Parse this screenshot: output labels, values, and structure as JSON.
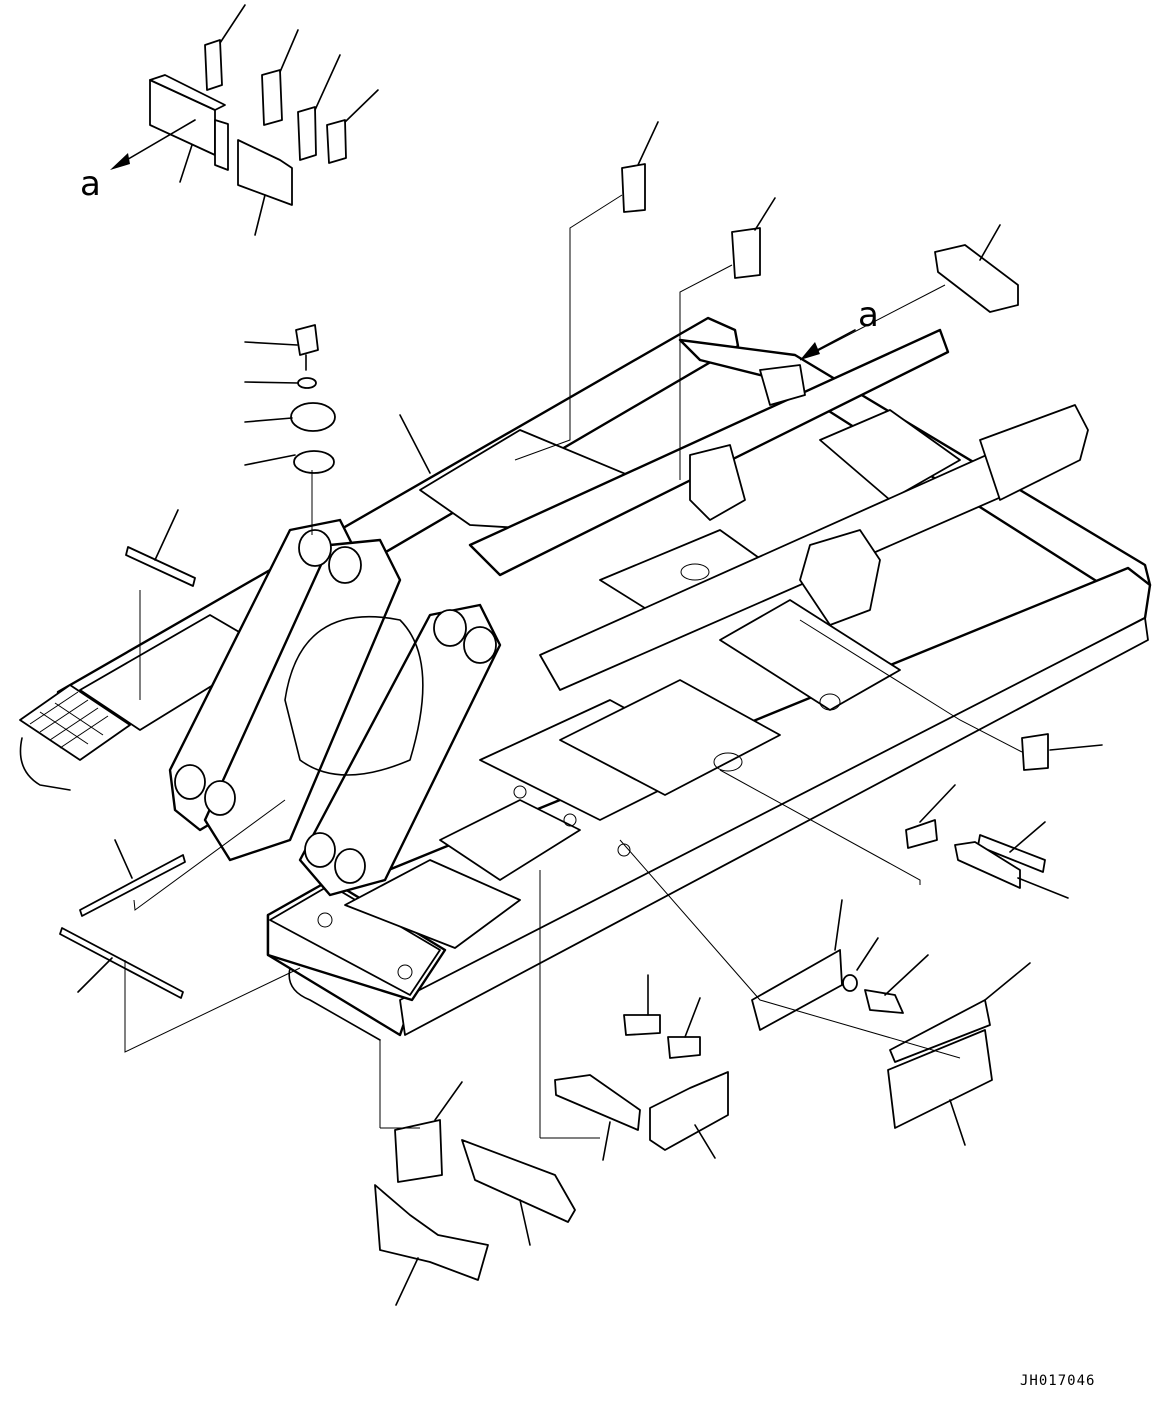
{
  "diagram": {
    "view_labels": [
      "a",
      "a"
    ],
    "drawing_code": "JH017046",
    "colors": {
      "line": "#000000",
      "background": "#ffffff"
    }
  }
}
